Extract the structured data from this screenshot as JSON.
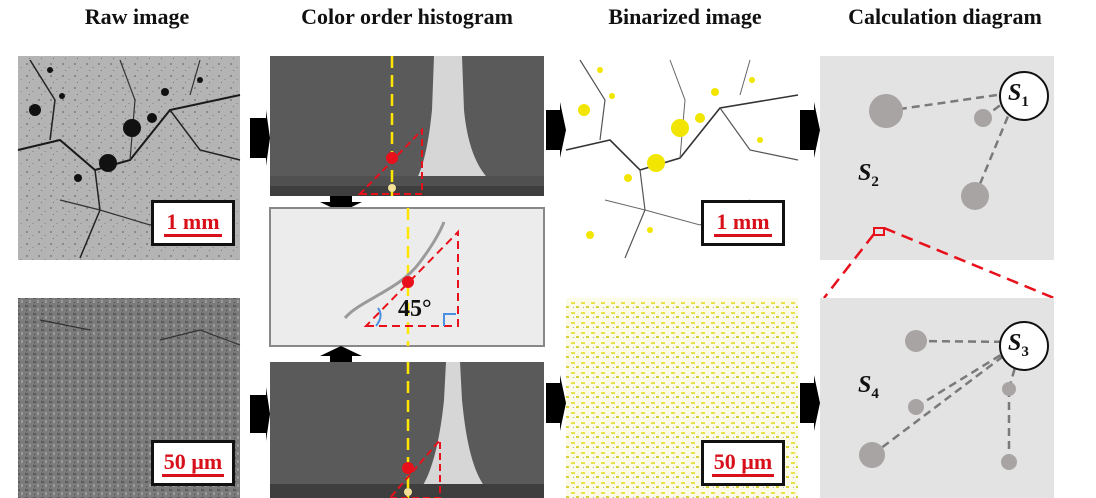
{
  "titles": {
    "raw": "Raw image",
    "histogram": "Color order histogram",
    "binarized": "Binarized image",
    "calculation": "Calculation diagram"
  },
  "scales": {
    "raw_top": "1 mm",
    "raw_bottom": "50 µm",
    "binarized_top": "1 mm",
    "binarized_bottom": "50 µm"
  },
  "angle": "45°",
  "labels": {
    "s1": {
      "letter": "S",
      "sub": "1"
    },
    "s2": {
      "letter": "S",
      "sub": "2"
    },
    "s3": {
      "letter": "S",
      "sub": "3"
    },
    "s4": {
      "letter": "S",
      "sub": "4"
    }
  },
  "colors": {
    "threshold_line": "#ffe600",
    "triangle": "#e8101a",
    "pore_highlight": "#f2e600",
    "angle_marker": "#4a90e2"
  }
}
